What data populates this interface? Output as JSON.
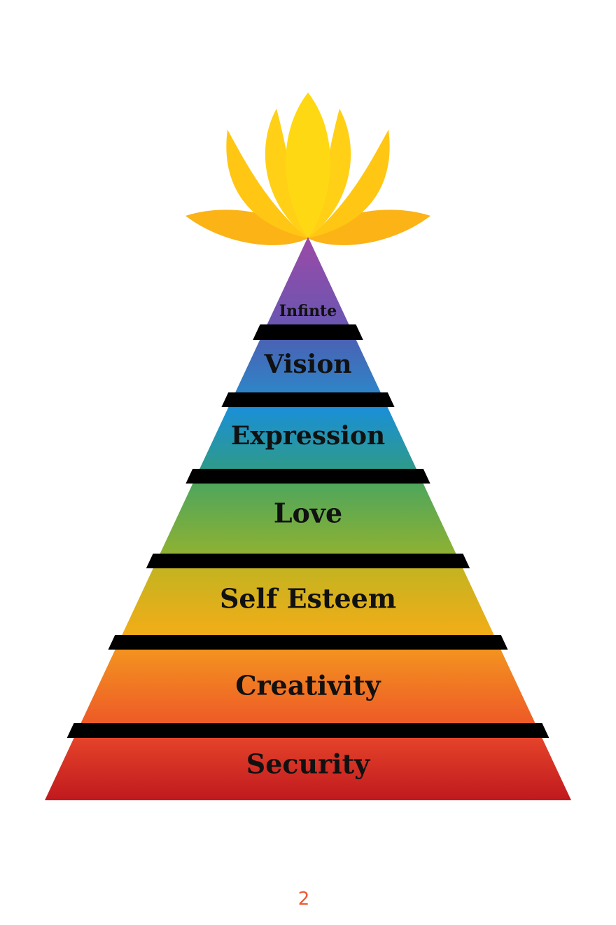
{
  "pyramid": {
    "levels": [
      {
        "label": "Infinte",
        "color_top": "#9b4aa6",
        "color_bottom": "#6a56b2"
      },
      {
        "label": "Vision",
        "color_top": "#4a62b4",
        "color_bottom": "#2f84c8"
      },
      {
        "label": "Expression",
        "color_top": "#1a8fd8",
        "color_bottom": "#2e9a8a"
      },
      {
        "label": "Love",
        "color_top": "#4ea65c",
        "color_bottom": "#8eb133"
      },
      {
        "label": "Self Esteem",
        "color_top": "#c4b320",
        "color_bottom": "#f2ad18"
      },
      {
        "label": "Creativity",
        "color_top": "#f39320",
        "color_bottom": "#ee5a27"
      },
      {
        "label": "Security",
        "color_top": "#e4432a",
        "color_bottom": "#c0191e"
      }
    ],
    "separator_color": "#000000"
  },
  "lotus": {
    "icon": "lotus-flower-icon",
    "color_light": "#ffd814",
    "color_dark": "#fbb316"
  },
  "page": {
    "number": "2",
    "number_color": "#ef5a33"
  }
}
